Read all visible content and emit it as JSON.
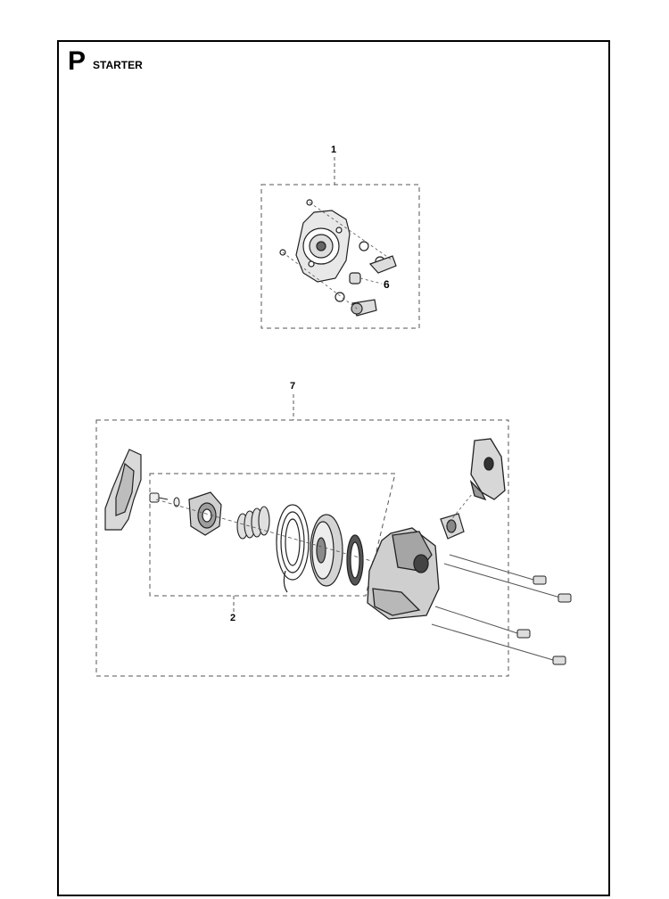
{
  "header": {
    "section_letter": "P",
    "section_title": "STARTER"
  },
  "callouts": {
    "c1": "1",
    "c2_small": "2",
    "c6": "6",
    "c7": "7",
    "c2": "2"
  }
}
